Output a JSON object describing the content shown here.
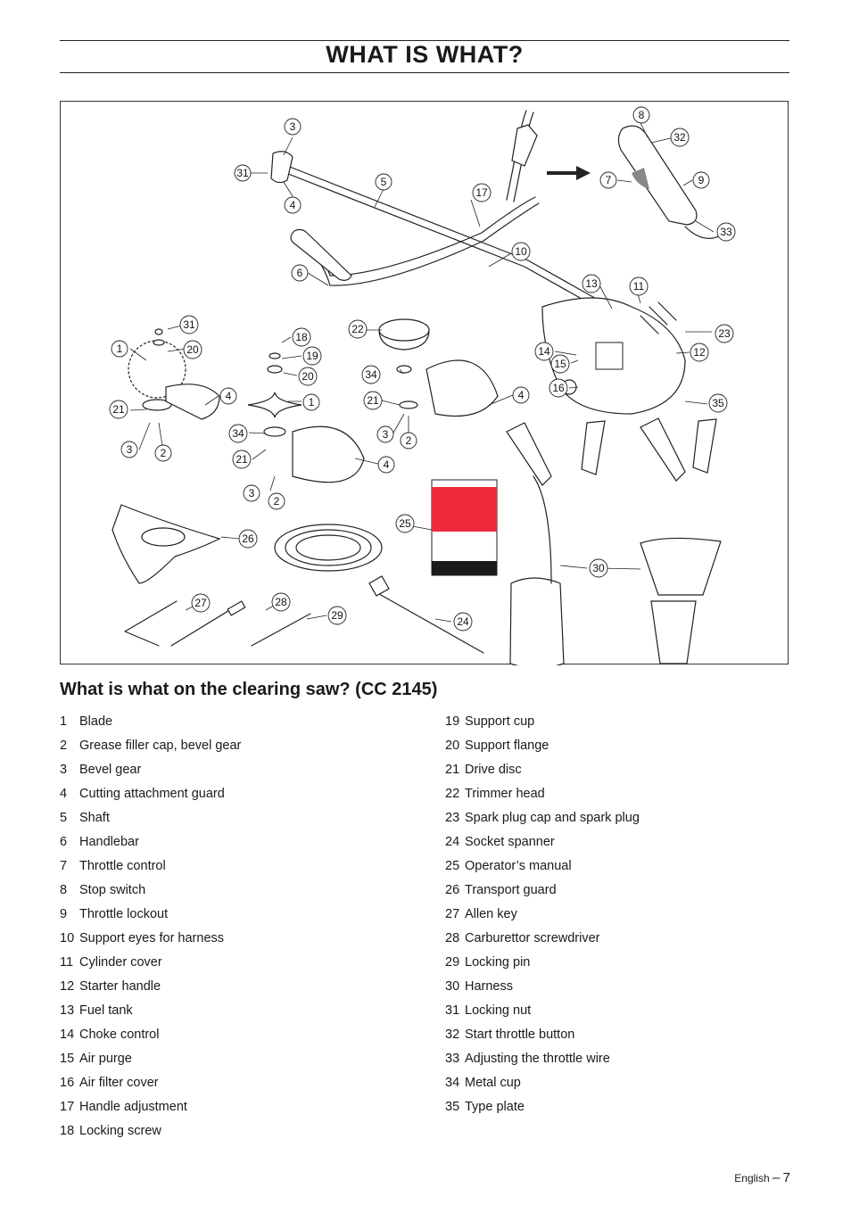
{
  "page_title": "WHAT IS WHAT?",
  "section_title": "What is what on the clearing saw? (CC 2145)",
  "callout_numbers": [
    "3",
    "31",
    "5",
    "4",
    "17",
    "6",
    "8",
    "32",
    "7",
    "9",
    "33",
    "10",
    "13",
    "11",
    "22",
    "34",
    "21",
    "4",
    "3",
    "2",
    "23",
    "14",
    "12",
    "15",
    "16",
    "35",
    "31",
    "1",
    "20",
    "4",
    "21",
    "3",
    "2",
    "18",
    "19",
    "20",
    "1",
    "34",
    "21",
    "4",
    "3",
    "2",
    "25",
    "26",
    "30",
    "27",
    "28",
    "29",
    "24"
  ],
  "parts_left": [
    {
      "num": "1",
      "label": "Blade"
    },
    {
      "num": "2",
      "label": "Grease filler cap, bevel gear"
    },
    {
      "num": "3",
      "label": "Bevel gear"
    },
    {
      "num": "4",
      "label": "Cutting attachment guard"
    },
    {
      "num": "5",
      "label": "Shaft"
    },
    {
      "num": "6",
      "label": "Handlebar"
    },
    {
      "num": "7",
      "label": "Throttle control"
    },
    {
      "num": "8",
      "label": "Stop switch"
    },
    {
      "num": "9",
      "label": "Throttle lockout"
    },
    {
      "num": "10",
      "label": "Support eyes for harness"
    },
    {
      "num": "11",
      "label": "Cylinder cover"
    },
    {
      "num": "12",
      "label": "Starter handle"
    },
    {
      "num": "13",
      "label": "Fuel tank"
    },
    {
      "num": "14",
      "label": "Choke control"
    },
    {
      "num": "15",
      "label": "Air purge"
    },
    {
      "num": "16",
      "label": "Air filter cover"
    },
    {
      "num": "17",
      "label": "Handle adjustment"
    },
    {
      "num": "18",
      "label": "Locking screw"
    }
  ],
  "parts_right": [
    {
      "num": "19",
      "label": "Support cup"
    },
    {
      "num": "20",
      "label": "Support flange"
    },
    {
      "num": "21",
      "label": "Drive disc"
    },
    {
      "num": "22",
      "label": "Trimmer head"
    },
    {
      "num": "23",
      "label": "Spark plug cap and spark plug"
    },
    {
      "num": "24",
      "label": "Socket spanner"
    },
    {
      "num": "25",
      "label": "Operator’s manual"
    },
    {
      "num": "26",
      "label": "Transport guard"
    },
    {
      "num": "27",
      "label": "Allen key"
    },
    {
      "num": "28",
      "label": "Carburettor screwdriver"
    },
    {
      "num": "29",
      "label": "Locking pin"
    },
    {
      "num": "30",
      "label": "Harness"
    },
    {
      "num": "31",
      "label": "Locking nut"
    },
    {
      "num": "32",
      "label": "Start throttle button"
    },
    {
      "num": "33",
      "label": "Adjusting the throttle wire"
    },
    {
      "num": "34",
      "label": "Metal cup"
    },
    {
      "num": "35",
      "label": "Type plate"
    }
  ],
  "footer": {
    "language": "English",
    "dash": "–",
    "page": "7"
  },
  "colors": {
    "manual_red": "#ee2a3c",
    "manual_black": "#1a1a1a",
    "ink": "#222222"
  }
}
